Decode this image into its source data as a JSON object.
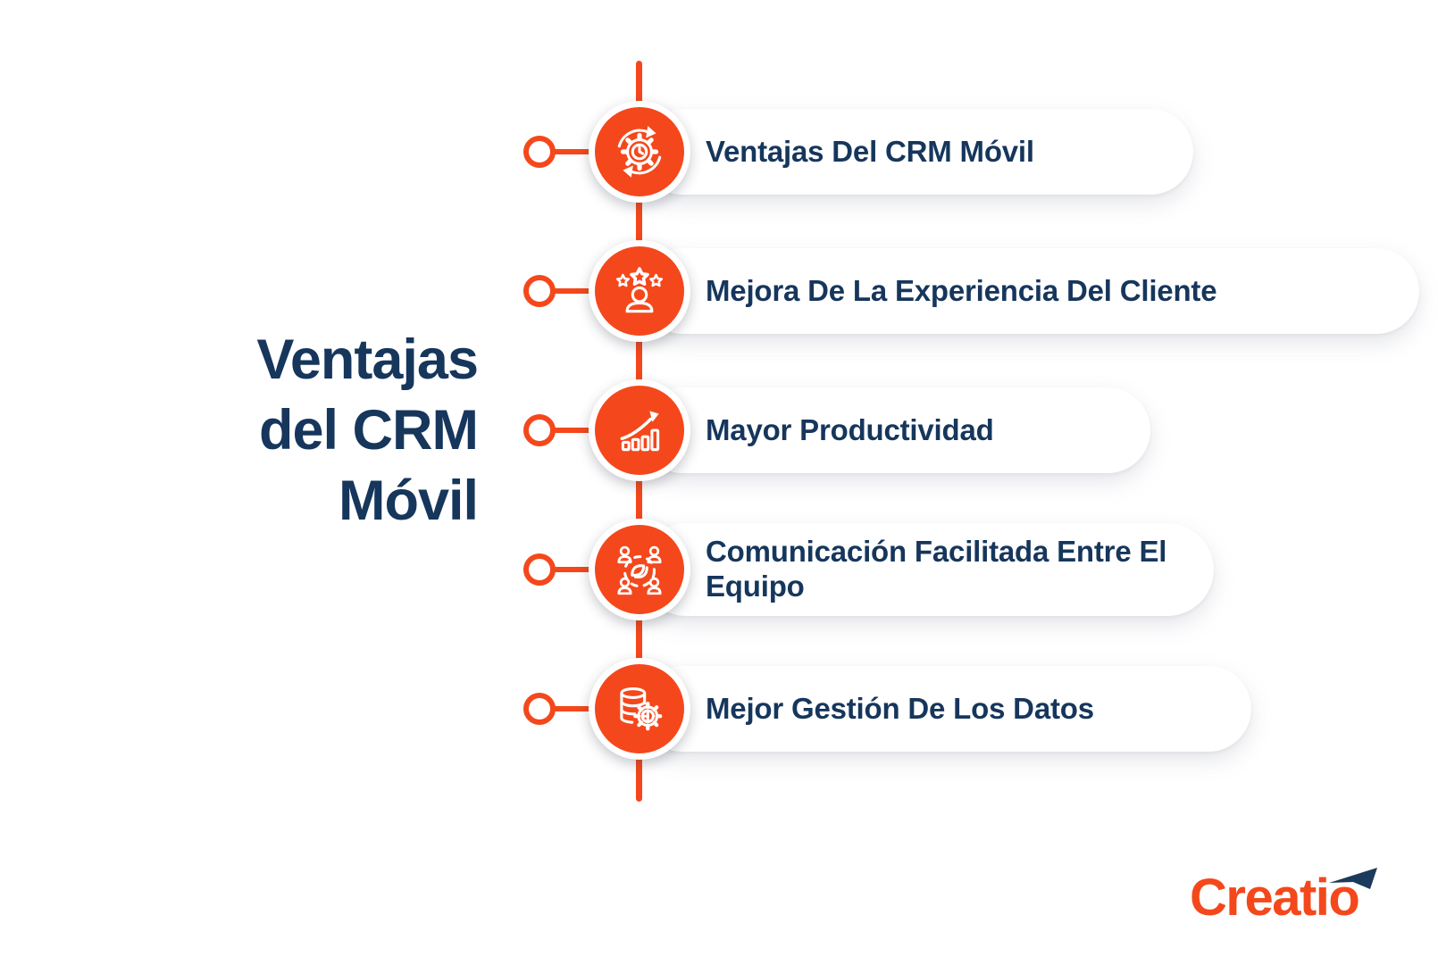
{
  "colors": {
    "accent_orange": "#F4481C",
    "navy": "#16365C",
    "pill_background": "#FFFFFF",
    "page_background": "#FFFFFF"
  },
  "title": {
    "text": "Ventajas del CRM Móvil",
    "lines": [
      "Ventajas",
      "del CRM",
      "Móvil"
    ]
  },
  "timeline": {
    "items": [
      {
        "label": "Ventajas Del CRM Móvil",
        "icon": "process-gear-clock-icon"
      },
      {
        "label": "Mejora De La Experiencia Del Cliente",
        "icon": "customer-stars-icon"
      },
      {
        "label": "Mayor Productividad",
        "icon": "growth-chart-icon"
      },
      {
        "label": "Comunicación Facilitada Entre El Equipo",
        "icon": "team-communication-icon"
      },
      {
        "label": "Mejor Gestión De Los Datos",
        "icon": "database-gear-icon"
      }
    ]
  },
  "footer": {
    "brand": "Creatio"
  }
}
